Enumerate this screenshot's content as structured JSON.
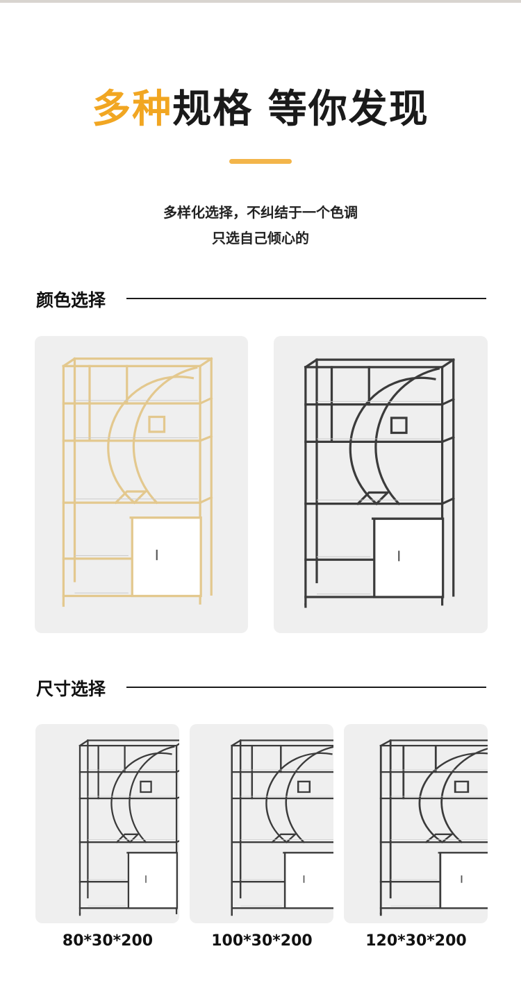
{
  "header": {
    "title_accent": "多种",
    "title_rest": "规格 等你发现",
    "subtitle_line1": "多样化选择，不纠结于一个色调",
    "subtitle_line2": "只选自己倾心的"
  },
  "color_section": {
    "title": "颜色选择",
    "options": [
      {
        "frame_color": "#e3c88e"
      },
      {
        "frame_color": "#3b3b3b"
      }
    ]
  },
  "size_section": {
    "title": "尺寸选择",
    "options": [
      {
        "label": "80*30*200",
        "frame_color": "#3b3b3b"
      },
      {
        "label": "100*30*200",
        "frame_color": "#3b3b3b"
      },
      {
        "label": "120*30*200",
        "frame_color": "#3b3b3b"
      }
    ]
  },
  "colors": {
    "accent": "#f1a622",
    "underline": "#f3b54a",
    "card_background": "#efefef"
  }
}
